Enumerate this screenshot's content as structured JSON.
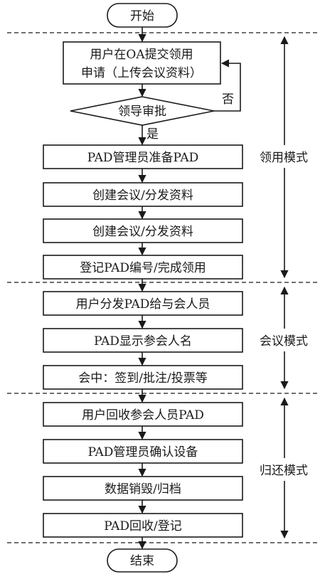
{
  "start": "开始",
  "end": "结束",
  "request_line1": "用户在OA提交领用",
  "request_line2": "申请（上传会议资料）",
  "decision": "领导审批",
  "no_label": "否",
  "yes_label": "是",
  "borrow_steps": [
    "PAD管理员准备PAD",
    "创建会议/分发资料",
    "创建会议/分发资料",
    "登记PAD编号/完成领用"
  ],
  "meeting_steps": [
    "用户分发PAD给与会人员",
    "PAD显示参会人名",
    "会中：签到/批注/投票等"
  ],
  "return_steps": [
    "用户回收参会人员PAD",
    "PAD管理员确认设备",
    "数据销毁/归档",
    "PAD回收/登记"
  ],
  "phases": [
    "领用模式",
    "会议模式",
    "归还模式"
  ]
}
